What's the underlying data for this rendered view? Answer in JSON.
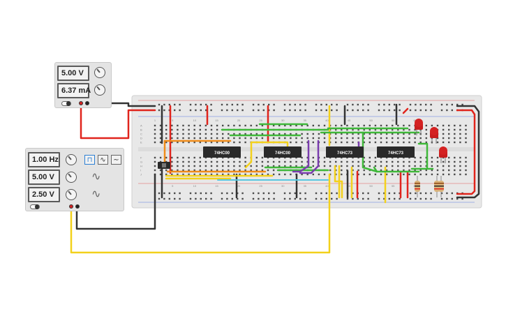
{
  "power_supply": {
    "voltage": "5.00 V",
    "current": "6.37 mA"
  },
  "function_generator": {
    "frequency": "1.00 Hz",
    "amplitude": "5.00 V",
    "dc_offset": "2.50 V",
    "waveforms": [
      "square-wave-icon",
      "triangle-wave-icon",
      "sine-wave-icon"
    ],
    "selected_waveform": "square-wave-icon"
  },
  "breadboard": {
    "column_labels": [
      "1",
      "5",
      "10",
      "15",
      "20",
      "25",
      "30",
      "35",
      "40",
      "45",
      "50",
      "55",
      "60"
    ],
    "row_labels_top": [
      "A",
      "B",
      "C",
      "D",
      "E"
    ],
    "row_labels_bottom": [
      "F",
      "G",
      "H",
      "I",
      "J"
    ]
  },
  "chips": [
    {
      "label": "74HC00"
    },
    {
      "label": "74HC00"
    },
    {
      "label": "74HC73"
    },
    {
      "label": "74HC73"
    }
  ],
  "colors": {
    "red_wire": "#e0241c",
    "black_wire": "#333333",
    "yellow_wire": "#f3d11c",
    "green_wire": "#3fb83a",
    "orange_wire": "#f08c1a",
    "purple_wire": "#7a3cae",
    "cyan_wire": "#58c6e0",
    "breadboard": "#e8e8e8",
    "led": "#d42222"
  }
}
